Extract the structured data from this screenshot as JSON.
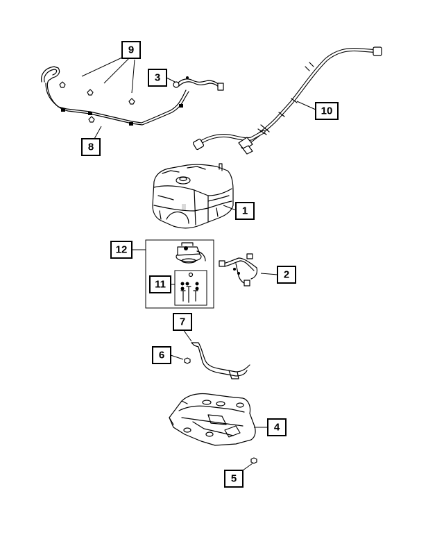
{
  "callouts": [
    {
      "id": "c9",
      "label": "9"
    },
    {
      "id": "c3",
      "label": "3"
    },
    {
      "id": "c10",
      "label": "10"
    },
    {
      "id": "c8",
      "label": "8"
    },
    {
      "id": "c1",
      "label": "1"
    },
    {
      "id": "c12",
      "label": "12"
    },
    {
      "id": "c2",
      "label": "2"
    },
    {
      "id": "c11",
      "label": "11"
    },
    {
      "id": "c7",
      "label": "7"
    },
    {
      "id": "c6",
      "label": "6"
    },
    {
      "id": "c4",
      "label": "4"
    },
    {
      "id": "c5",
      "label": "5"
    }
  ]
}
